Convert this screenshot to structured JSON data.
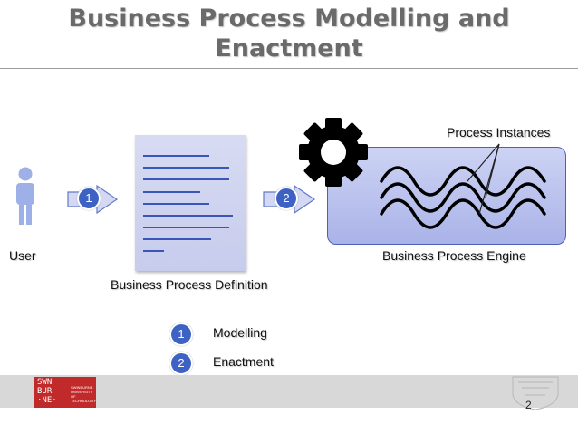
{
  "title": {
    "line1": "Business Process Modelling and",
    "line2": "Enactment"
  },
  "labels": {
    "user": "User",
    "definition": "Business Process Definition",
    "engine": "Business Process Engine",
    "instances": "Process Instances"
  },
  "steps": [
    {
      "number": "1",
      "label": "Modelling"
    },
    {
      "number": "2",
      "label": "Enactment"
    }
  ],
  "logo": {
    "text": "SWN\nBUR\n·NE·",
    "subtext": "SWINBURNE UNIVERSITY OF TECHNOLOGY"
  },
  "page_number": "2",
  "colors": {
    "title": "#6a6a6a",
    "user_figure": "#9db0e8",
    "document": "#c7cced",
    "document_lines": "#3a57b8",
    "engine_fill": "#aab3e8",
    "engine_border": "#4d60bb",
    "step_badge": "#3d62c4",
    "gear": "#000000",
    "logo_red": "#c02a2a",
    "footer": "#d8d8d8"
  },
  "icons": {
    "user": "person-icon",
    "gear": "gear-icon",
    "arrow": "arrow-right-icon"
  }
}
